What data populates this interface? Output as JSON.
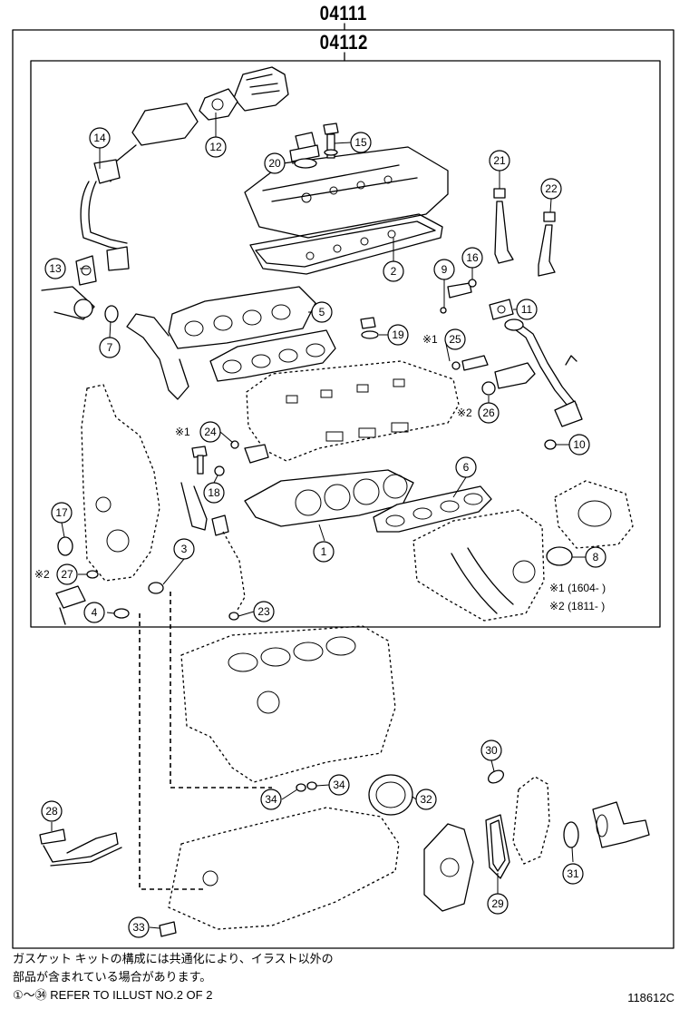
{
  "header": {
    "outer_code": "04111",
    "inner_code": "04112"
  },
  "callouts": [
    {
      "id": "c1",
      "label": "1"
    },
    {
      "id": "c2",
      "label": "2"
    },
    {
      "id": "c3",
      "label": "3"
    },
    {
      "id": "c4",
      "label": "4"
    },
    {
      "id": "c5",
      "label": "5"
    },
    {
      "id": "c6",
      "label": "6"
    },
    {
      "id": "c7",
      "label": "7"
    },
    {
      "id": "c8",
      "label": "8"
    },
    {
      "id": "c9",
      "label": "9"
    },
    {
      "id": "c10",
      "label": "10"
    },
    {
      "id": "c11",
      "label": "11"
    },
    {
      "id": "c12",
      "label": "12"
    },
    {
      "id": "c13",
      "label": "13"
    },
    {
      "id": "c14",
      "label": "14"
    },
    {
      "id": "c15",
      "label": "15"
    },
    {
      "id": "c16",
      "label": "16"
    },
    {
      "id": "c17",
      "label": "17"
    },
    {
      "id": "c18",
      "label": "18"
    },
    {
      "id": "c19",
      "label": "19"
    },
    {
      "id": "c20",
      "label": "20"
    },
    {
      "id": "c21",
      "label": "21"
    },
    {
      "id": "c22",
      "label": "22"
    },
    {
      "id": "c23",
      "label": "23"
    },
    {
      "id": "c24",
      "label": "24"
    },
    {
      "id": "c25",
      "label": "25"
    },
    {
      "id": "c26",
      "label": "26"
    },
    {
      "id": "c27",
      "label": "27"
    },
    {
      "id": "c28",
      "label": "28"
    },
    {
      "id": "c29",
      "label": "29"
    },
    {
      "id": "c30",
      "label": "30"
    },
    {
      "id": "c31",
      "label": "31"
    },
    {
      "id": "c32",
      "label": "32"
    },
    {
      "id": "c33",
      "label": "33"
    },
    {
      "id": "c34a",
      "label": "34"
    },
    {
      "id": "c34b",
      "label": "34"
    }
  ],
  "markers": {
    "m24": "※1",
    "m25": "※1",
    "m26": "※2",
    "m27": "※2"
  },
  "legend": {
    "line1": "※1 (1604-       )",
    "line2": "※2 (1811-       )"
  },
  "footer": {
    "note_line1": "ガスケット キットの構成には共通化により、イラスト以外の",
    "note_line2": "部品が含まれている場合があります。",
    "note_line3": "①～㉞ REFER TO ILLUST NO.2 OF 2",
    "illustration_code": "118612C"
  }
}
